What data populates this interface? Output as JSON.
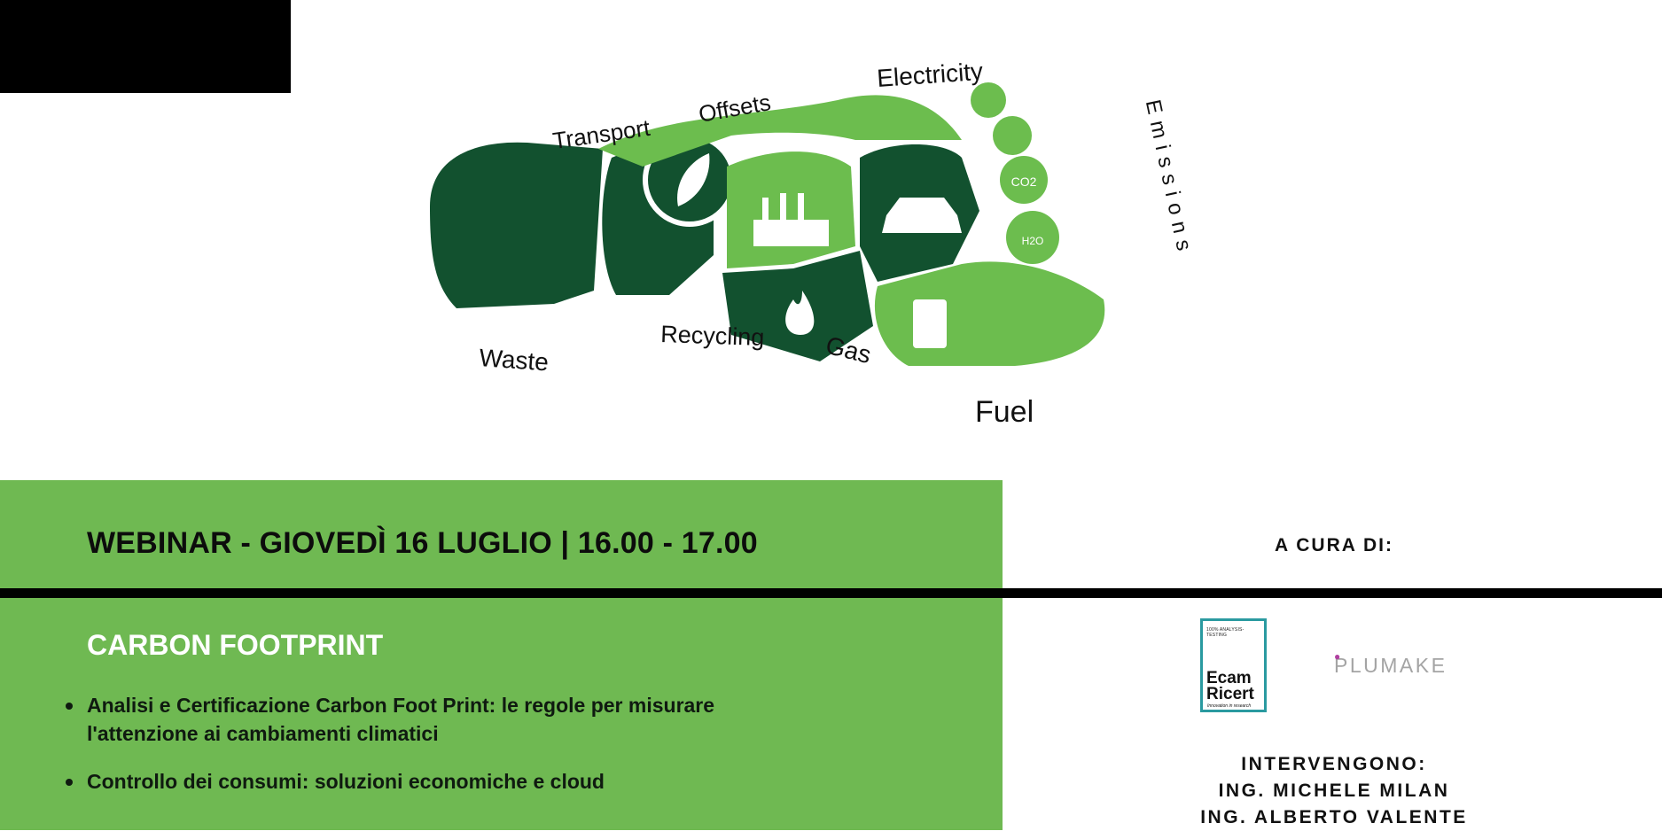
{
  "hero": {
    "labels": {
      "transport": "Transport",
      "offsets": "Offsets",
      "electricity": "Electricity",
      "emissions": "Emissions",
      "waste": "Waste",
      "recycling": "Recycling",
      "gas": "Gas",
      "fuel": "Fuel",
      "co2": "CO2",
      "h2o": "H2O"
    },
    "colors": {
      "dark_green": "#12512f",
      "light_green": "#6cbd4e"
    }
  },
  "banner": {
    "webinar_title": "WEBINAR - GIOVEDÌ 16 LUGLIO | 16.00 - 17.00",
    "a_cura": "A CURA DI:",
    "green": "#6fb952"
  },
  "content": {
    "topic_title": "CARBON FOOTPRINT",
    "bullets": [
      "Analisi e Certificazione Carbon Foot Print: le regole per misurare l'attenzione ai cambiamenti climatici",
      "Controllo dei consumi: soluzioni economiche e cloud"
    ]
  },
  "sponsors": {
    "ecam": {
      "tiny": "100% ANALYSIS-TESTING",
      "line1": "Ecam",
      "line2": "Ricert",
      "tag": "Innovation in research"
    },
    "plumake": {
      "name": "PLUMAKE"
    }
  },
  "speakers": {
    "header": "INTERVENGONO:",
    "names": [
      "ING. MICHELE MILAN",
      "ING. ALBERTO VALENTE"
    ]
  }
}
